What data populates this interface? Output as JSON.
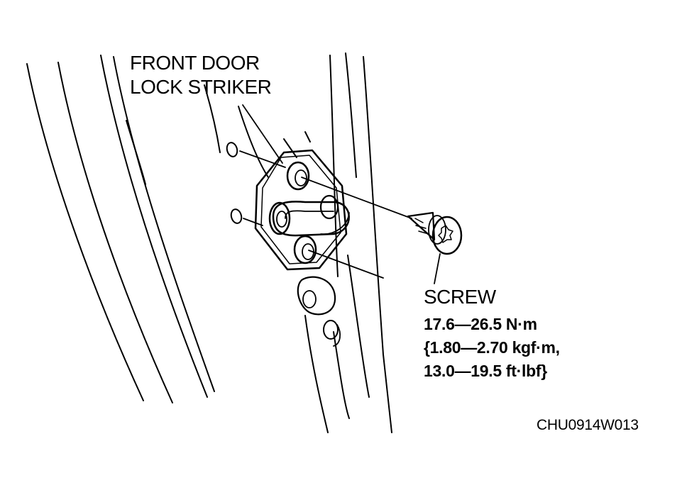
{
  "diagram": {
    "part_label": {
      "line1": "FRONT DOOR",
      "line2": "LOCK STRIKER"
    },
    "screw_label": "SCREW",
    "torque_spec": {
      "line1": "17.6—26.5 N·m",
      "line2": "{1.80—2.70 kgf·m,",
      "line3": "13.0—19.5 ft·lbf}"
    },
    "figure_code": "CHU0914W013"
  },
  "colors": {
    "ink": "#000000",
    "background": "#ffffff"
  }
}
